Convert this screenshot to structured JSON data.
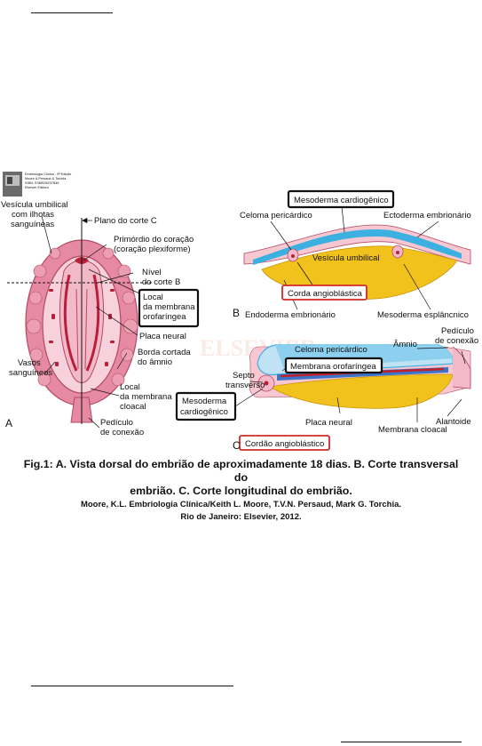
{
  "figure": {
    "cover_text": [
      "Embriologia Clínica - 9ª Edição",
      "Moore & Persaud & Torchia",
      "ISBN: 9788535237849",
      "Elsevier Editora"
    ],
    "watermark": "ELSEVIER",
    "panel_letters": {
      "a": "A",
      "b": "B",
      "c": "C"
    },
    "panel_a": {
      "vesicula": [
        "Vesícula umbilical",
        "com ilhotas",
        "sanguíneas"
      ],
      "plano": "Plano do corte C",
      "primordio": [
        "Primórdio do coração",
        "(coração plexiforme)"
      ],
      "nivel": [
        "Nível",
        "do corte B"
      ],
      "local_membrana": [
        "Local",
        "da membrana",
        "orofaríngea"
      ],
      "placa": "Placa neural",
      "vasos": [
        "Vasos",
        "sanguíneos"
      ],
      "borda": [
        "Borda cortada",
        "do âmnio"
      ],
      "cloacal": [
        "Local",
        "da membrana",
        "cloacal"
      ],
      "pediculo": [
        "Pedículo",
        "de conexão"
      ]
    },
    "panel_b": {
      "mesoderma_cardio": "Mesoderma cardiogênico",
      "celoma": "Celoma pericárdico",
      "ectoderma": "Ectoderma embrionário",
      "vesicula": "Vesícula umbilical",
      "corda": "Corda angioblástica",
      "endoderma": "Endoderma embrionário",
      "esplancnico": "Mesoderma esplâncnico"
    },
    "panel_c": {
      "amnio": "Âmnio",
      "pediculo": [
        "Pedículo",
        "de conexão"
      ],
      "celoma": "Celoma pericárdico",
      "membrana_oro": "Membrana orofaríngea",
      "septo": [
        "Septo",
        "transverso"
      ],
      "mesoderma": [
        "Mesoderma",
        "cardiogênico"
      ],
      "placa": "Placa neural",
      "membrana_cloacal": "Membrana cloacal",
      "alantoide": "Alantoide",
      "cordao": "Cordão angioblástico"
    }
  },
  "caption": {
    "line1": "Fig.1: A. Vista dorsal do embrião de aproximadamente 18 dias. B. Corte transversal do",
    "line2": "embrião. C. Corte longitudinal do embrião.",
    "ref1": "Moore, K.L. Embriologia Clínica/Keith L. Moore, T.V.N. Persaud, Mark G. Torchia.",
    "ref2": "Rio de Janeiro: Elsevier, 2012."
  }
}
